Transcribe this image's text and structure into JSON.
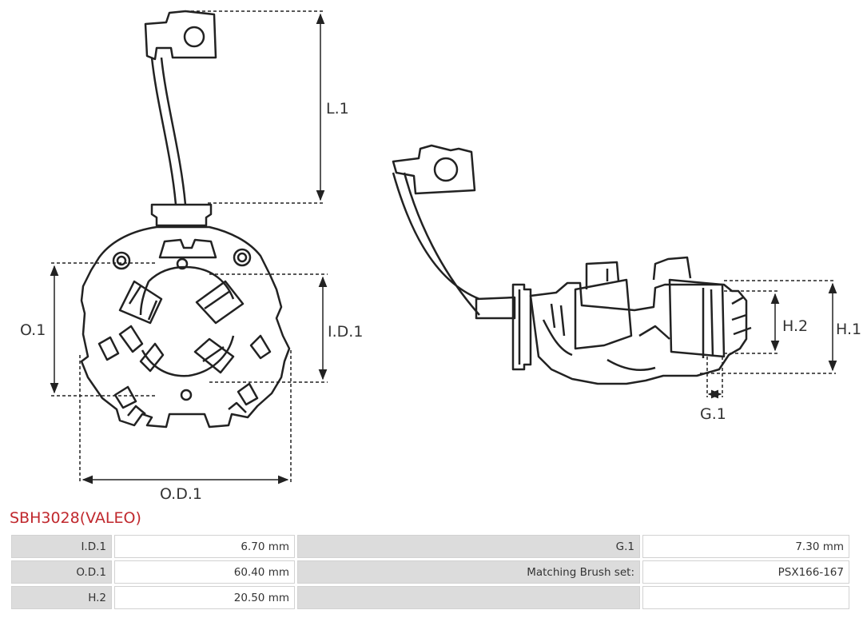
{
  "diagram": {
    "labels": {
      "l1": "L.1",
      "o1": "O.1",
      "id1": "I.D.1",
      "od1": "O.D.1",
      "h2": "H.2",
      "h1": "H.1",
      "g1": "G.1"
    }
  },
  "product": {
    "title": "SBH3028(VALEO)"
  },
  "specs": {
    "rows": [
      {
        "label1": "I.D.1",
        "value1": "6.70 mm",
        "label2": "G.1",
        "value2": "7.30 mm"
      },
      {
        "label1": "O.D.1",
        "value1": "60.40 mm",
        "label2": "Matching Brush set:",
        "value2": "PSX166-167"
      },
      {
        "label1": "H.2",
        "value1": "20.50 mm",
        "label2": "",
        "value2": ""
      }
    ]
  }
}
